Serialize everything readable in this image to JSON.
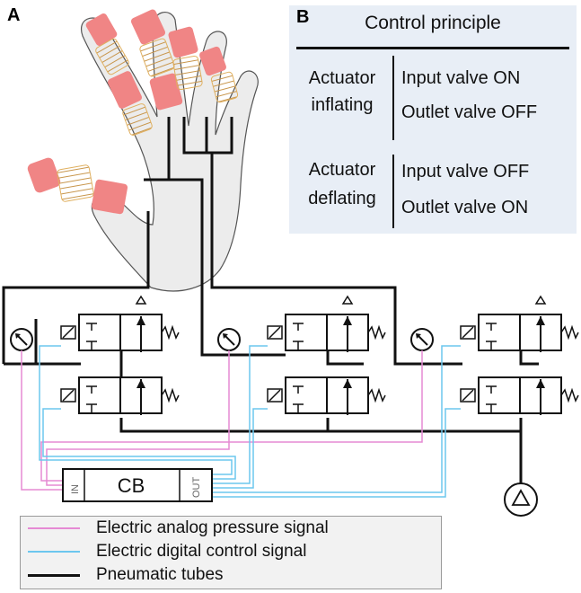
{
  "panels": {
    "a": "A",
    "b": "B"
  },
  "principle": {
    "title": "Control principle",
    "states": [
      {
        "name_line1": "Actuator",
        "name_line2": "inflating",
        "line1": "Input valve ON",
        "line2": "Outlet valve OFF"
      },
      {
        "name_line1": "Actuator",
        "name_line2": "deflating",
        "line1": "Input valve OFF",
        "line2": "Outlet valve ON"
      }
    ]
  },
  "controller": {
    "label": "CB",
    "in_label": "IN",
    "out_label": "OUT"
  },
  "legend": [
    {
      "text": "Electric analog pressure signal",
      "color": "#e58ad4"
    },
    {
      "text": "Electric digital control signal",
      "color": "#6cc7ee"
    },
    {
      "text": "Pneumatic tubes",
      "color": "#111111"
    }
  ],
  "colors": {
    "actuator_pink": "#f08585",
    "actuator_yellow": "#f7d68c",
    "hand_fill": "#e9e9e9",
    "panel_bg": "#e8eef6"
  }
}
